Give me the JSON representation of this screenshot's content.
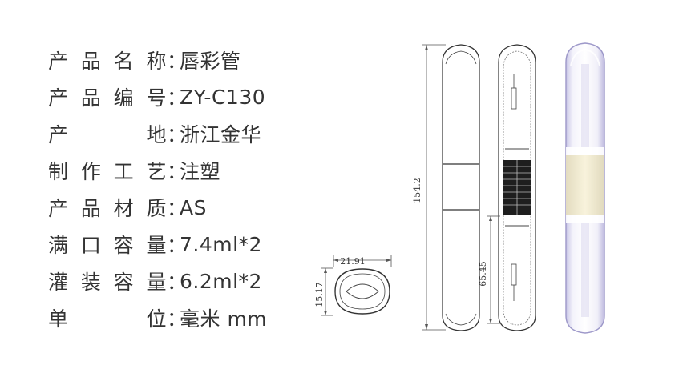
{
  "specs": [
    {
      "label": "产品名称",
      "sep": "：",
      "value": "唇彩管"
    },
    {
      "label": "产品编号",
      "sep": "：",
      "value": "ZY-C130"
    },
    {
      "label": "产　　地",
      "sep": "：",
      "value": "浙江金华"
    },
    {
      "label": "制作工艺",
      "sep": "：",
      "value": "注塑"
    },
    {
      "label": "产品材质",
      "sep": "：",
      "value": "AS"
    },
    {
      "label": "满口容量",
      "sep": "：",
      "value": "7.4ml*2"
    },
    {
      "label": "灌装容量",
      "sep": "：",
      "value": "6.2ml*2"
    },
    {
      "label": "单　　位",
      "sep": "：",
      "value": "毫米 mm"
    }
  ],
  "dimensions": {
    "length": "154.2",
    "width": "21.91",
    "height": "15.17",
    "inner_depth": "65.45"
  }
}
